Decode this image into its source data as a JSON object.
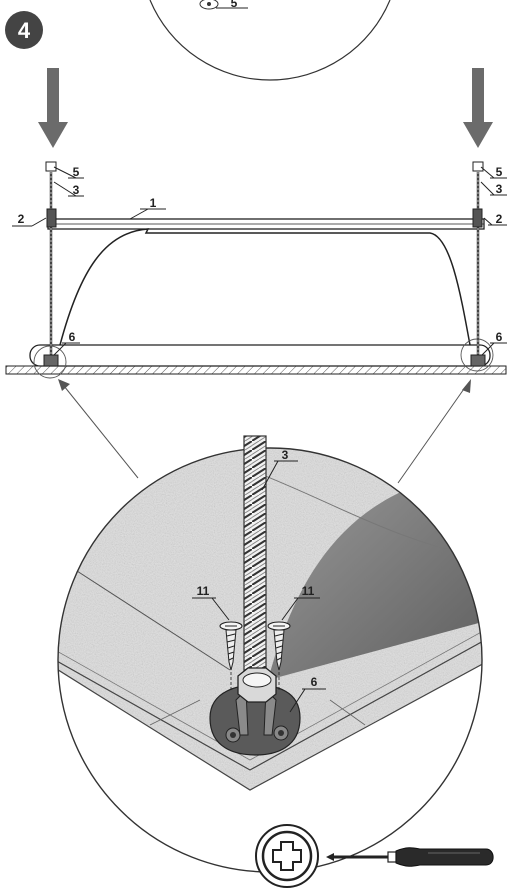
{
  "step_number": "4",
  "labels": {
    "top_circle": "5",
    "left_nut": "5",
    "left_rod": "3",
    "left_bracket": "2",
    "tub_rim": "1",
    "left_foot": "6",
    "right_nut": "5",
    "right_rod": "3",
    "right_bracket": "2",
    "right_foot": "6",
    "detail_rod": "3",
    "detail_screw_left": "11",
    "detail_screw_right": "11",
    "detail_foot": "6"
  },
  "colors": {
    "arrow": "#6b6b6b",
    "badge": "#444444",
    "floor_texture": "#d8d8d8",
    "wall_shade": "#7a7a7a",
    "line": "#222222"
  },
  "icons": [
    "phillips-screw-head-icon",
    "screwdriver-icon"
  ]
}
